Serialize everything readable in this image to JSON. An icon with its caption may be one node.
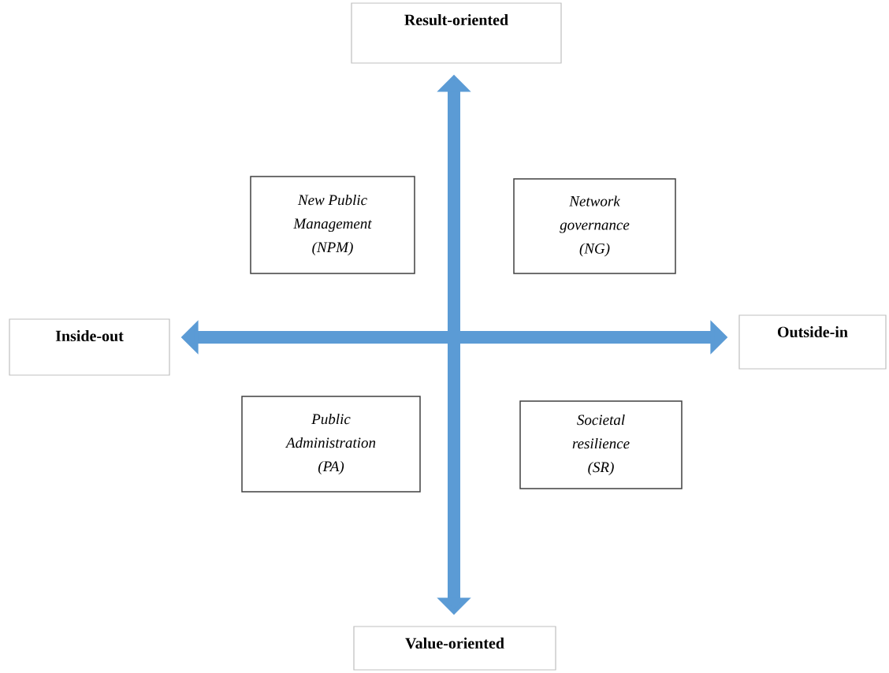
{
  "diagram": {
    "nodes": [
      {
        "text": [
          "Result-oriented"
        ]
      },
      {
        "text": [
          "New Public Management (NPM)"
        ]
      },
      {
        "text": [
          "Network governance (NG)"
        ]
      },
      {
        "text": [
          "Inside-out"
        ]
      },
      {
        "text": [
          "Outside-in"
        ]
      },
      {
        "text": [
          "Public Administration (PA)"
        ]
      },
      {
        "text": [
          "Societal resilience (SR)"
        ]
      },
      {
        "text": [
          "Value-oriented"
        ]
      }
    ],
    "edges": [
      {
        "from": 7,
        "to": 0,
        "arrow": "both"
      },
      {
        "from": 3,
        "to": 4,
        "arrow": "both"
      }
    ]
  }
}
